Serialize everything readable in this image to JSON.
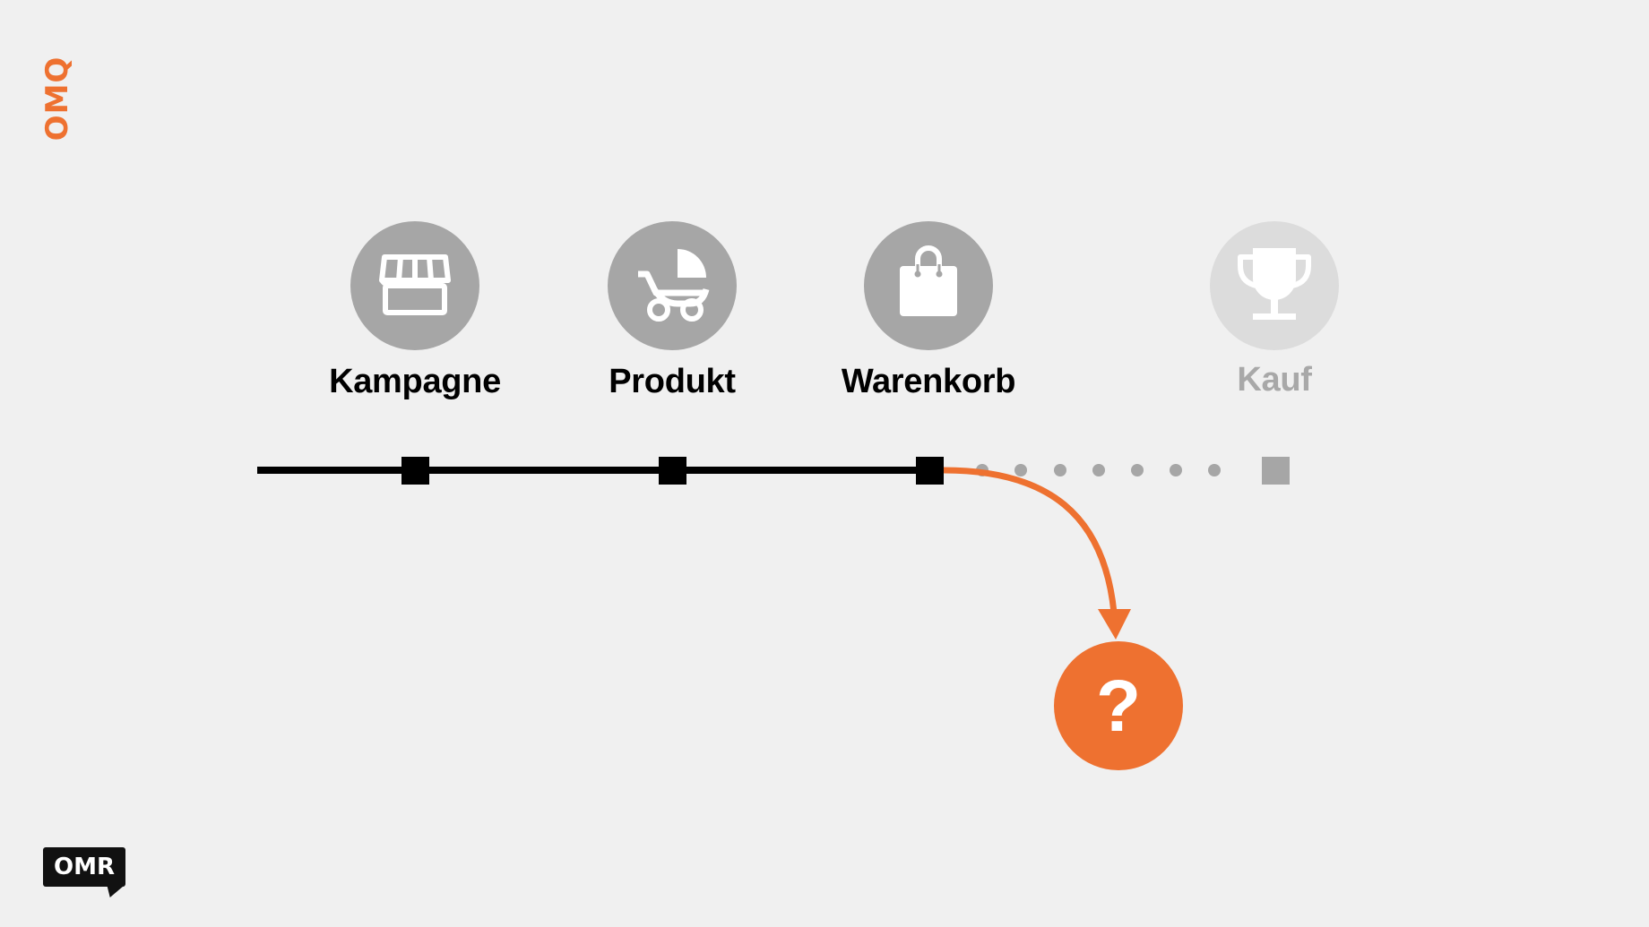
{
  "brand": {
    "vertical_text": "OMQ",
    "logo_text": "OMR"
  },
  "steps": [
    {
      "label": "Kampagne",
      "icon": "storefront-icon",
      "state": "done"
    },
    {
      "label": "Produkt",
      "icon": "stroller-icon",
      "state": "done"
    },
    {
      "label": "Warenkorb",
      "icon": "shopping-bag-icon",
      "state": "done"
    },
    {
      "label": "Kauf",
      "icon": "trophy-icon",
      "state": "pending"
    }
  ],
  "outcome": {
    "symbol": "?",
    "icon": "question-mark-icon"
  },
  "colors": {
    "background": "#f0f0f0",
    "accent": "#ee7130",
    "done_circle": "#a6a6a6",
    "pending_circle": "#dcdcdc",
    "pending_label": "#a8a8a8",
    "line": "#000000",
    "pending_marker": "#a6a6a6",
    "icon_white": "#ffffff"
  }
}
